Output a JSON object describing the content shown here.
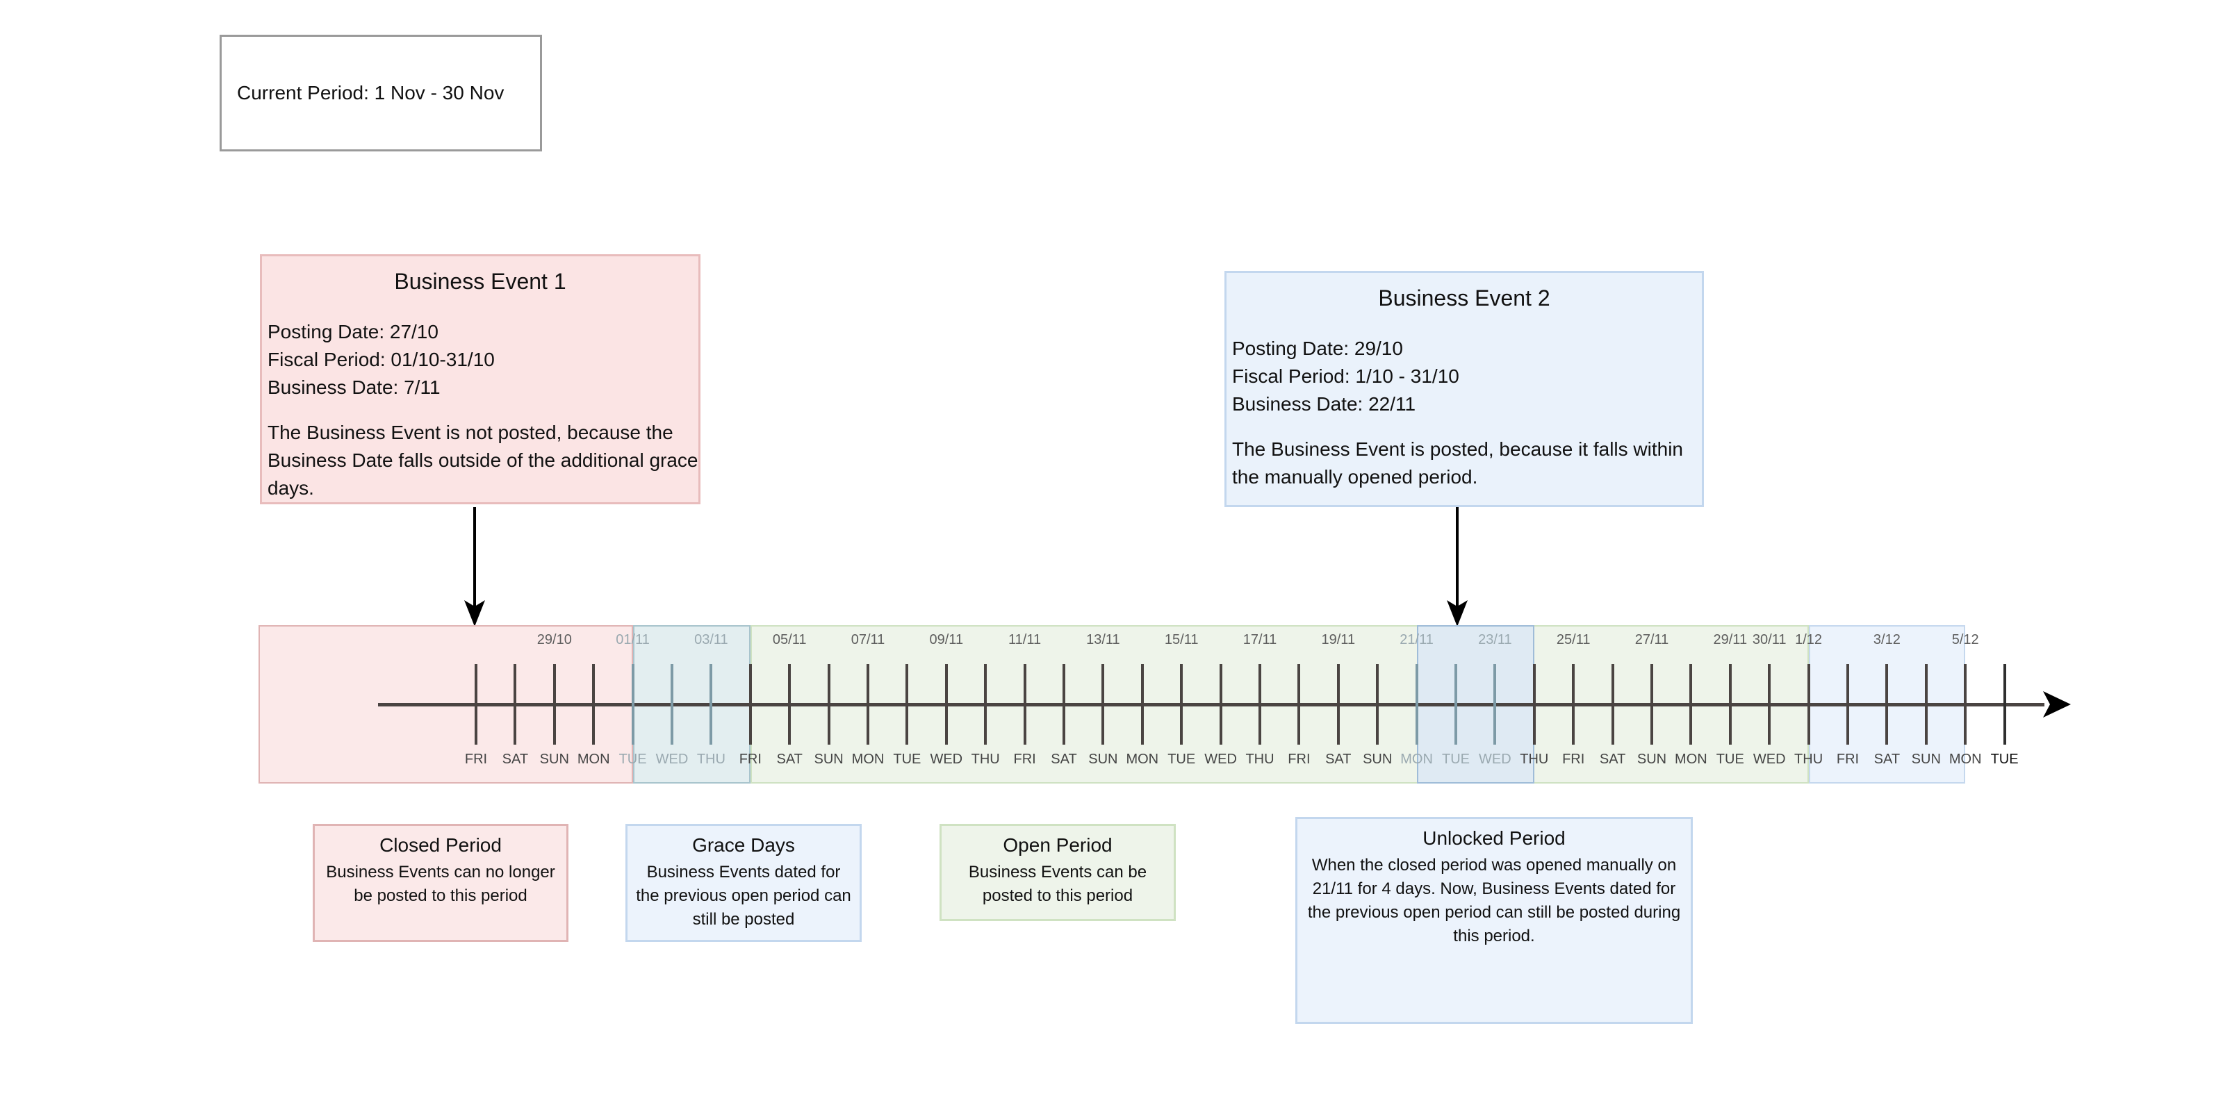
{
  "current_period": {
    "label": "Current Period: 1 Nov - 30 Nov"
  },
  "events": [
    {
      "title": "Business Event 1",
      "posting_date": "Posting Date: 27/10",
      "fiscal_period": "Fiscal Period: 01/10-31/10",
      "business_date": "Business Date: 7/11",
      "note": "The Business Event is not posted, because the Business Date falls outside of the additional grace days.",
      "color": "#fbe4e4",
      "border": "#e8bcbc"
    },
    {
      "title": "Business Event 2",
      "posting_date": "Posting Date: 29/10",
      "fiscal_period": "Fiscal Period: 1/10 - 31/10",
      "business_date": "Business Date: 22/11",
      "note": "The Business Event is posted, because it falls within the manually opened period.",
      "color": "#eaf2fb",
      "border": "#c3d7ee"
    }
  ],
  "timeline": {
    "days": [
      {
        "date": "",
        "dow": "FRI",
        "band": "closed"
      },
      {
        "date": "",
        "dow": "SAT",
        "band": "closed"
      },
      {
        "date": "29/10",
        "dow": "SUN",
        "band": "closed"
      },
      {
        "date": "",
        "dow": "MON",
        "band": "closed"
      },
      {
        "date": "01/11",
        "dow": "TUE",
        "band": "grace"
      },
      {
        "date": "",
        "dow": "WED",
        "band": "grace"
      },
      {
        "date": "03/11",
        "dow": "THU",
        "band": "grace"
      },
      {
        "date": "",
        "dow": "FRI",
        "band": "open"
      },
      {
        "date": "05/11",
        "dow": "SAT",
        "band": "open"
      },
      {
        "date": "",
        "dow": "SUN",
        "band": "open"
      },
      {
        "date": "07/11",
        "dow": "MON",
        "band": "open"
      },
      {
        "date": "",
        "dow": "TUE",
        "band": "open"
      },
      {
        "date": "09/11",
        "dow": "WED",
        "band": "open"
      },
      {
        "date": "",
        "dow": "THU",
        "band": "open"
      },
      {
        "date": "11/11",
        "dow": "FRI",
        "band": "open"
      },
      {
        "date": "",
        "dow": "SAT",
        "band": "open"
      },
      {
        "date": "13/11",
        "dow": "SUN",
        "band": "open"
      },
      {
        "date": "",
        "dow": "MON",
        "band": "open"
      },
      {
        "date": "15/11",
        "dow": "TUE",
        "band": "open"
      },
      {
        "date": "",
        "dow": "WED",
        "band": "open"
      },
      {
        "date": "17/11",
        "dow": "THU",
        "band": "open"
      },
      {
        "date": "",
        "dow": "FRI",
        "band": "open"
      },
      {
        "date": "19/11",
        "dow": "SAT",
        "band": "open"
      },
      {
        "date": "",
        "dow": "SUN",
        "band": "open"
      },
      {
        "date": "21/11",
        "dow": "MON",
        "band": "unlockA"
      },
      {
        "date": "",
        "dow": "TUE",
        "band": "unlockA"
      },
      {
        "date": "23/11",
        "dow": "WED",
        "band": "unlockA"
      },
      {
        "date": "",
        "dow": "THU",
        "band": "open"
      },
      {
        "date": "25/11",
        "dow": "FRI",
        "band": "open"
      },
      {
        "date": "",
        "dow": "SAT",
        "band": "open"
      },
      {
        "date": "27/11",
        "dow": "SUN",
        "band": "open"
      },
      {
        "date": "",
        "dow": "MON",
        "band": "open"
      },
      {
        "date": "29/11",
        "dow": "TUE",
        "band": "open"
      },
      {
        "date": "30/11",
        "dow": "WED",
        "band": "open"
      },
      {
        "date": "1/12",
        "dow": "THU",
        "band": "unlockB"
      },
      {
        "date": "",
        "dow": "FRI",
        "band": "unlockB"
      },
      {
        "date": "3/12",
        "dow": "SAT",
        "band": "unlockB"
      },
      {
        "date": "",
        "dow": "SUN",
        "band": "unlockB"
      },
      {
        "date": "5/12",
        "dow": "MON",
        "band": "unlockB"
      },
      {
        "date": "",
        "dow": "TUE",
        "band": "none"
      }
    ],
    "bands": [
      {
        "name": "closed-period-band",
        "kind": "closed",
        "start": 0,
        "end": 4
      },
      {
        "name": "grace-days-band",
        "kind": "grace",
        "start": 4,
        "end": 7
      },
      {
        "name": "open-period-band",
        "kind": "open",
        "start": 7,
        "end": 34
      },
      {
        "name": "unlocked-period-band",
        "kind": "unlockA",
        "start": 24,
        "end": 27
      },
      {
        "name": "unlocked-next-band",
        "kind": "unlockB",
        "start": 34,
        "end": 38
      }
    ]
  },
  "legend": [
    {
      "title": "Closed Period",
      "body": "Business Events can no longer be posted to this period",
      "color": "#fbe9e9",
      "border": "#e0b4b4"
    },
    {
      "title": "Grace Days",
      "body": "Business Events dated for the previous open period can still be posted",
      "color": "#ecf3fc",
      "border": "#c3d7ee"
    },
    {
      "title": "Open Period",
      "body": "Business Events can be posted to this period",
      "color": "#eef4ea",
      "border": "#cfe2c2"
    },
    {
      "title": "Unlocked Period",
      "body": "When the closed period was opened manually on 21/11 for 4 days. Now, Business Events dated for the previous open period can still be posted during this period.",
      "color": "#ecf3fc",
      "border": "#c3d7ee"
    }
  ]
}
